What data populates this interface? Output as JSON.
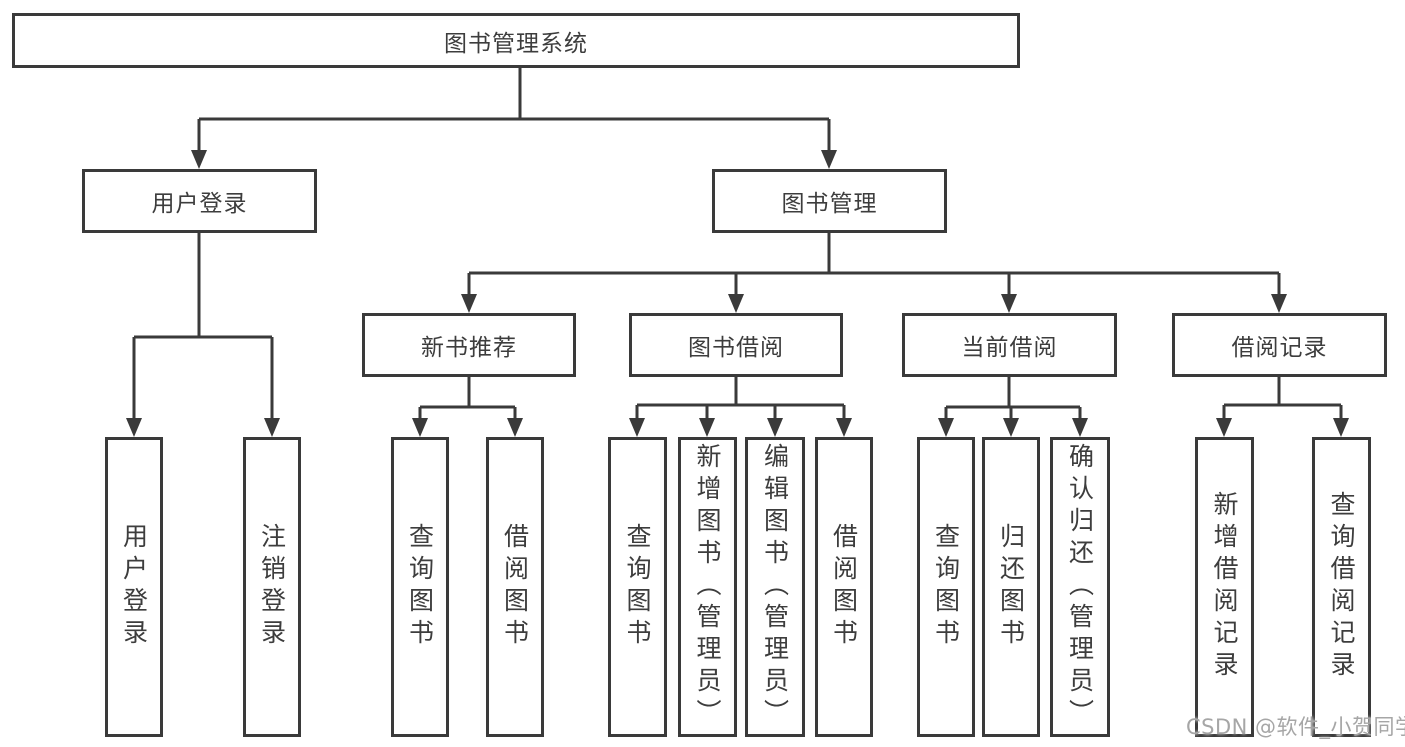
{
  "diagram": {
    "title": "图书管理系统",
    "watermark": "CSDN @软件_小贺同学",
    "colors": {
      "line": "#3a3a3a",
      "text": "#3d3d3d",
      "watermark": "#a6a6a6",
      "background": "#ffffff"
    },
    "nodes": {
      "root": "图书管理系统",
      "user_login": "用户登录",
      "book_mgmt": "图书管理",
      "new_book_rec": "新书推荐",
      "book_borrow": "图书借阅",
      "current_borrow": "当前借阅",
      "borrow_records": "借阅记录",
      "leaf_user_login": "用户登录",
      "leaf_logout": "注销登录",
      "leaf_nbr_query": "查询图书",
      "leaf_nbr_borrow": "借阅图书",
      "leaf_bb_query": "查询图书",
      "leaf_bb_add": "新增图书（管理员）",
      "leaf_bb_edit": "编辑图书（管理员）",
      "leaf_bb_borrow": "借阅图书",
      "leaf_cb_query": "查询图书",
      "leaf_cb_return": "归还图书",
      "leaf_cb_confirm": "确认归还（管理员）",
      "leaf_br_add": "新增借阅记录",
      "leaf_br_query": "查询借阅记录"
    },
    "edges": [
      {
        "from": "root",
        "to": "user_login"
      },
      {
        "from": "root",
        "to": "book_mgmt"
      },
      {
        "from": "user_login",
        "to": "leaf_user_login"
      },
      {
        "from": "user_login",
        "to": "leaf_logout"
      },
      {
        "from": "book_mgmt",
        "to": "new_book_rec"
      },
      {
        "from": "book_mgmt",
        "to": "book_borrow"
      },
      {
        "from": "book_mgmt",
        "to": "current_borrow"
      },
      {
        "from": "book_mgmt",
        "to": "borrow_records"
      },
      {
        "from": "new_book_rec",
        "to": "leaf_nbr_query"
      },
      {
        "from": "new_book_rec",
        "to": "leaf_nbr_borrow"
      },
      {
        "from": "book_borrow",
        "to": "leaf_bb_query"
      },
      {
        "from": "book_borrow",
        "to": "leaf_bb_add"
      },
      {
        "from": "book_borrow",
        "to": "leaf_bb_edit"
      },
      {
        "from": "book_borrow",
        "to": "leaf_bb_borrow"
      },
      {
        "from": "current_borrow",
        "to": "leaf_cb_query"
      },
      {
        "from": "current_borrow",
        "to": "leaf_cb_return"
      },
      {
        "from": "current_borrow",
        "to": "leaf_cb_confirm"
      },
      {
        "from": "borrow_records",
        "to": "leaf_br_add"
      },
      {
        "from": "borrow_records",
        "to": "leaf_br_query"
      }
    ]
  }
}
